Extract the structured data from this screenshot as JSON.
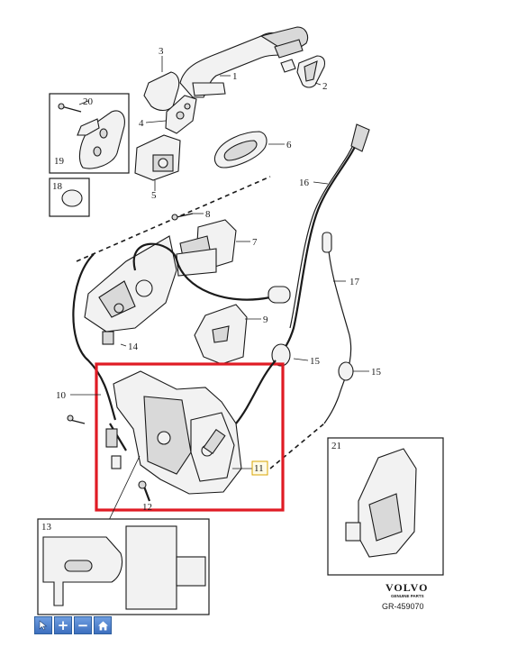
{
  "callouts": {
    "c1": "1",
    "c2": "2",
    "c3": "3",
    "c4": "4",
    "c5": "5",
    "c6": "6",
    "c7": "7",
    "c8": "8",
    "c9": "9",
    "c10": "10",
    "c11": "11",
    "c12": "12",
    "c13": "13",
    "c14": "14",
    "c15a": "15",
    "c15b": "15",
    "c16": "16",
    "c17": "17",
    "c18": "18",
    "c19": "19",
    "c20": "20",
    "c21": "21"
  },
  "brand": {
    "name": "VOLVO",
    "tagline": "GENUINE PARTS",
    "reference": "GR-459070"
  },
  "colors": {
    "highlight": "#e01b24",
    "toolbar": "#3d6fbf",
    "ink": "#1a1a1a"
  },
  "toolbar": {
    "pointer_icon": "pointer-icon",
    "zoom_in_icon": "zoom-in-icon",
    "zoom_out_icon": "zoom-out-icon",
    "home_icon": "home-icon",
    "zoom_in_label": "+",
    "zoom_out_label": "−"
  }
}
